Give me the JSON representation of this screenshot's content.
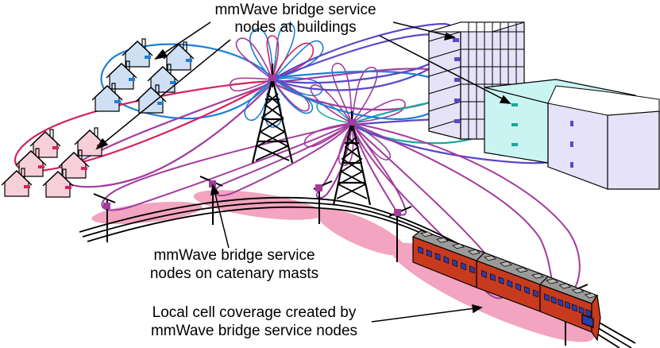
{
  "labels": {
    "buildings_line1": "mmWave bridge service",
    "buildings_line2": "nodes at buildings",
    "masts_line1": "mmWave bridge service",
    "masts_line2": "nodes on catenary masts",
    "coverage_line1": "Local cell coverage created by",
    "coverage_line2": "mmWave bridge service nodes"
  },
  "colors": {
    "blue_beam": "#1e7fd6",
    "pink_beam": "#d6225f",
    "purple_beam": "#a23c9e",
    "violet_beam": "#5a48c8",
    "teal_beam": "#1aa89a",
    "house_blue": "#cfe0f5",
    "house_pink": "#f6cfd8",
    "building_lilac": "#e6e2f7",
    "building_cyan": "#c9f4f2",
    "coverage_pink": "#f2a4c0",
    "node_blue": "#1e7fd6",
    "node_pink": "#d6225f",
    "node_purple": "#a23c9e",
    "node_violet": "#5a48c8",
    "node_teal": "#1aa89a",
    "train_body": "#c83a1e",
    "train_windows": "#2a3eaa",
    "train_roof": "#9a9a9a"
  }
}
